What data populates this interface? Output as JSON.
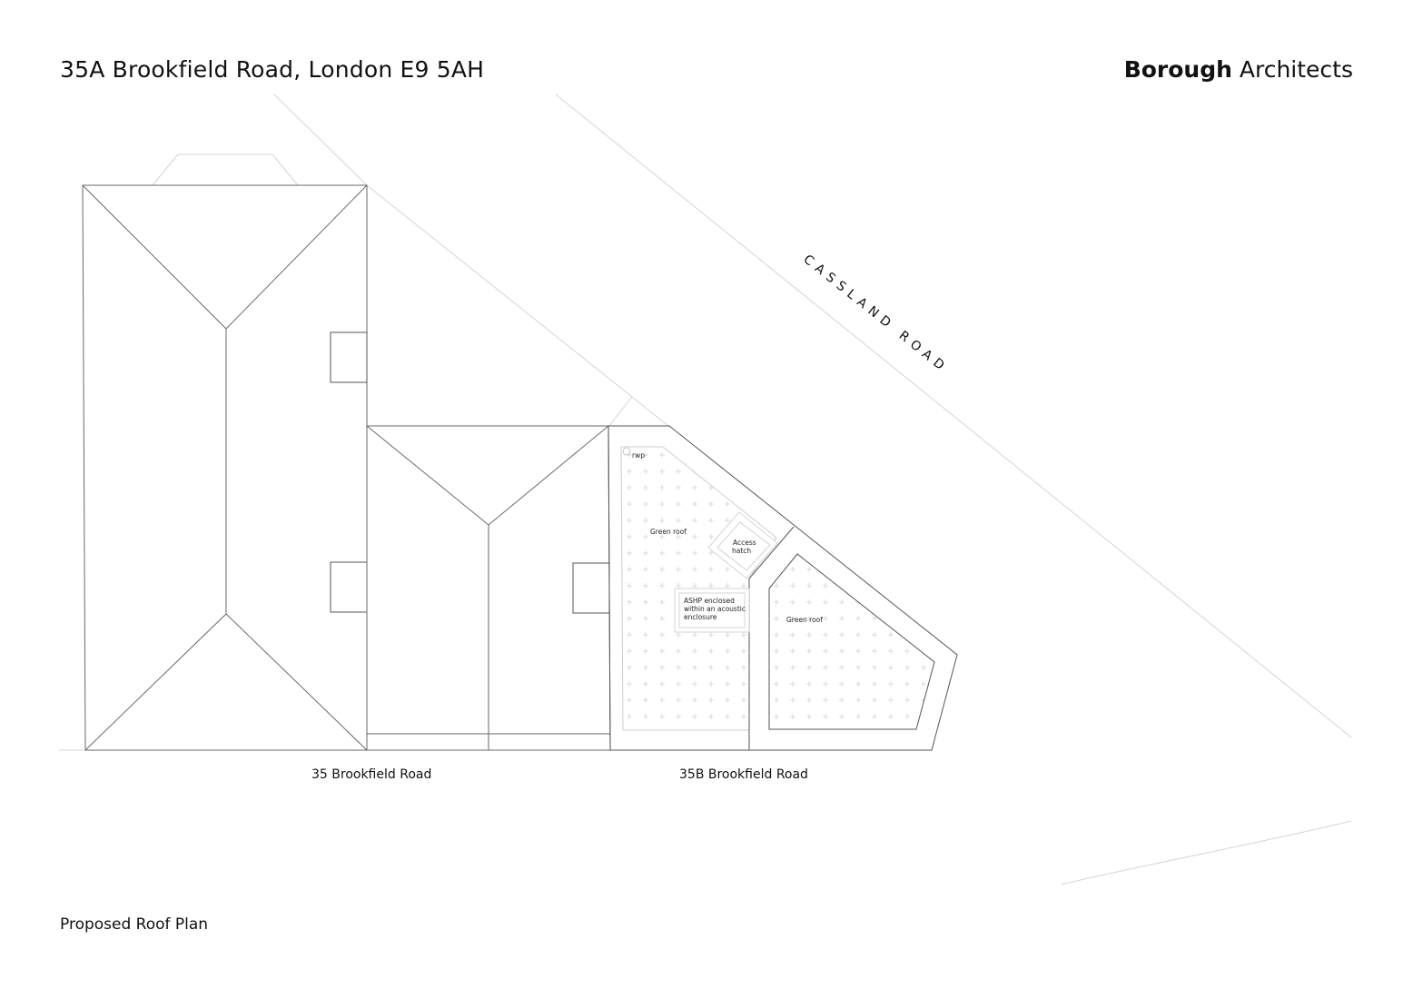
{
  "header": {
    "address": "35A Brookfield Road, London E9 5AH",
    "firm_bold": "Borough",
    "firm_regular": "Architects"
  },
  "drawing": {
    "title": "Proposed Roof Plan",
    "road_label": "CASSLAND ROAD",
    "property_labels": [
      "35 Brookfield Road",
      "35B Brookfield Road"
    ],
    "annotations": {
      "rwp": "rwp",
      "green_roof_1": "Green roof",
      "green_roof_2": "Green roof",
      "access_hatch": [
        "Access",
        "hatch"
      ],
      "ashp": [
        "ASHP enclosed",
        "within an acoustic",
        "enclosure"
      ]
    },
    "colors": {
      "line_dark": "#555555",
      "line_light": "#cfcfcf",
      "hatch": "#d6d6d6"
    }
  }
}
